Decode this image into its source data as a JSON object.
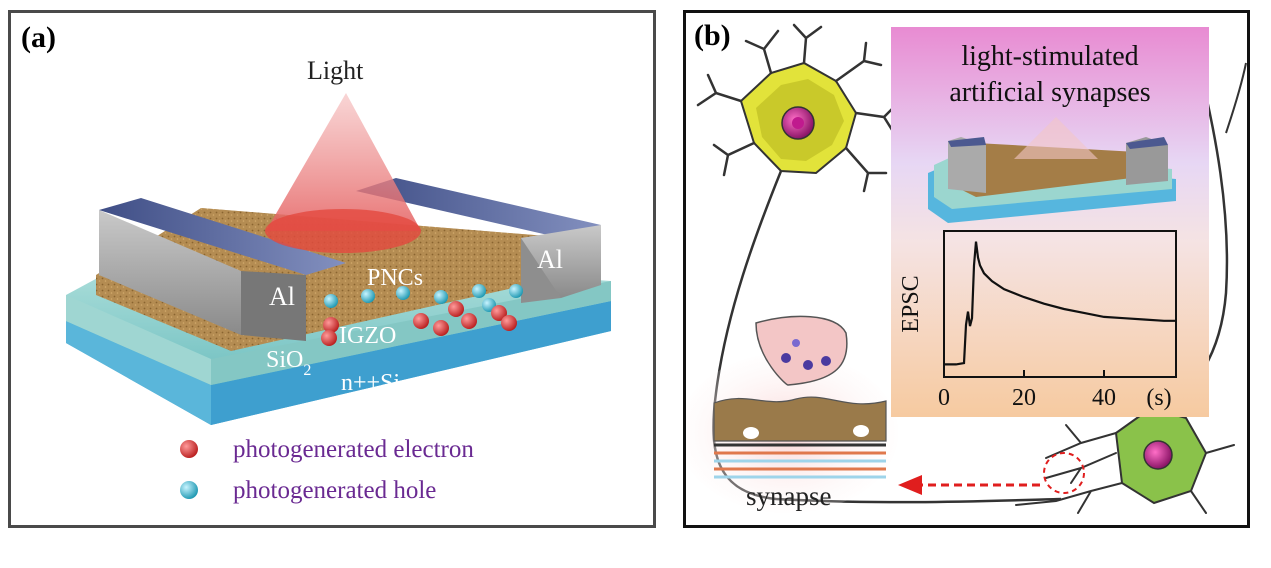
{
  "panel_a": {
    "label": "(a)",
    "light": "Light",
    "electrode_left": "Al",
    "electrode_right": "Al",
    "pncs": "PNCs",
    "igzo": "IGZO",
    "sio2_main": "SiO",
    "sio2_sub": "2",
    "si": "n++Si",
    "legend": [
      {
        "label": "photogenerated electron",
        "color": "#d83030"
      },
      {
        "label": "photogenerated hole",
        "color": "#27b5c9"
      }
    ]
  },
  "panel_b": {
    "label": "(b)",
    "title_line1": "light-stimulated",
    "title_line2": "artificial synapses",
    "synapse_label": "synapse",
    "chart_data": {
      "type": "line",
      "ylabel": "EPSC",
      "xlabel": "(s)",
      "xticks": [
        "0",
        "20",
        "40"
      ],
      "xlim": [
        0,
        58
      ],
      "x": [
        0,
        3,
        5,
        5.5,
        6,
        6.5,
        7,
        7.5,
        8,
        8.5,
        9,
        10,
        12,
        15,
        20,
        25,
        30,
        35,
        40,
        45,
        50,
        55,
        58
      ],
      "y": [
        0.05,
        0.05,
        0.06,
        0.35,
        0.45,
        0.34,
        0.4,
        0.8,
        0.98,
        0.86,
        0.8,
        0.74,
        0.68,
        0.62,
        0.56,
        0.51,
        0.47,
        0.44,
        0.41,
        0.4,
        0.39,
        0.38,
        0.38
      ]
    }
  }
}
